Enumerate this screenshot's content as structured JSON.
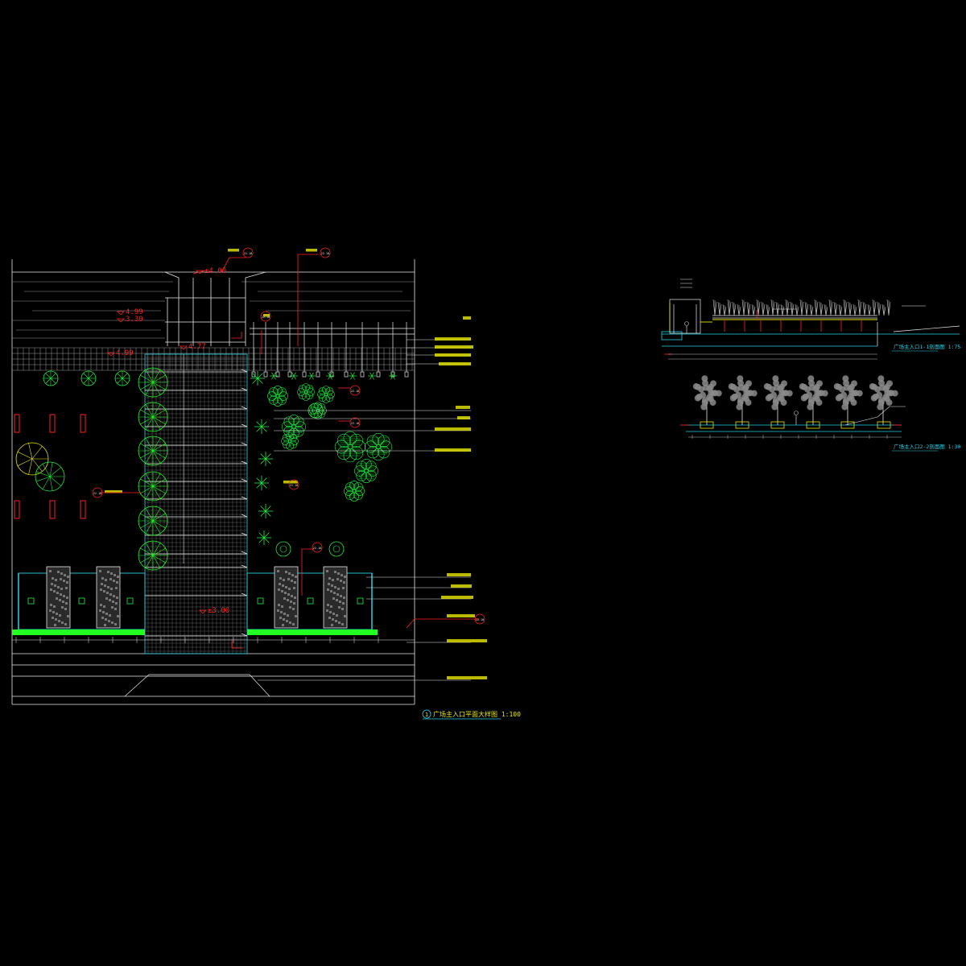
{
  "drawing": {
    "background": "#000000",
    "colors": {
      "cyan": "#22d3e6",
      "white": "#e8e8e8",
      "red": "#ff2222",
      "green": "#22ee44",
      "bright_green": "#22ff22",
      "yellow": "#e8e800",
      "grey": "#9a9a9a"
    }
  },
  "plan": {
    "elevation_marks": [
      "±4.00",
      "4.99",
      "3.30",
      "4.77",
      "4.99",
      "±3.00"
    ],
    "callouts": [
      "22-18",
      "22-18",
      "22-18",
      "22-18",
      "22-18",
      "22-18",
      "22-18",
      "22-18",
      "22-18"
    ],
    "title_number": "1",
    "title": "广场主入口平面大样图 1:100"
  },
  "elevations": {
    "upper_title": "广场主入口1-1剖面图 1:75",
    "lower_title": "广场主入口2-2剖面图 1:30"
  }
}
